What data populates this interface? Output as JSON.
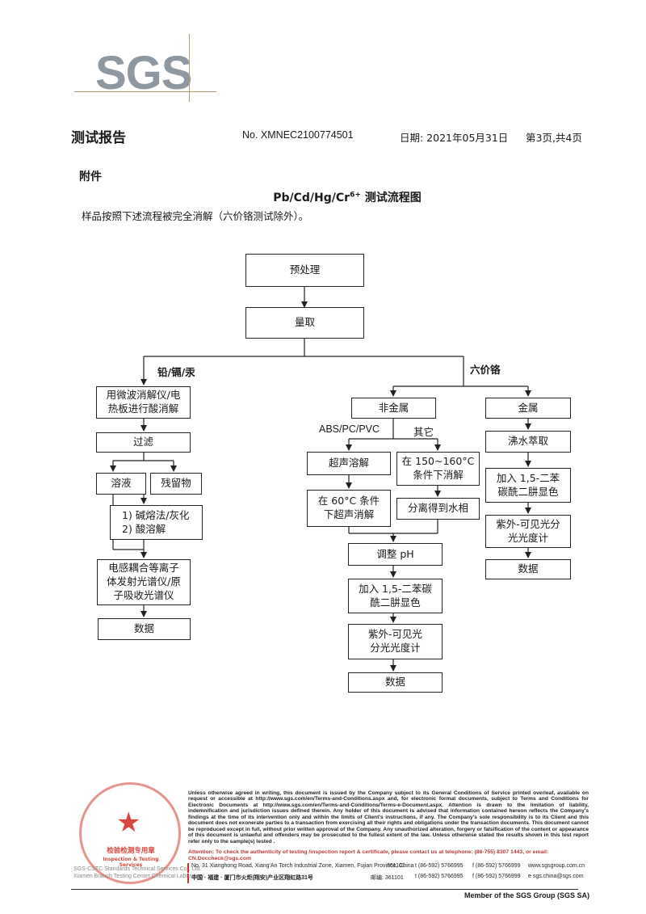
{
  "header": {
    "logo": "SGS",
    "title": "测试报告",
    "report_no": "No. XMNEC2100774501",
    "date": "日期: 2021年05月31日",
    "page": "第3页,共4页"
  },
  "attachment_label": "附件",
  "figure_title": "Pb/Cd/Hg/Cr",
  "figure_title_sup": "6+",
  "figure_title_suffix": " 测试流程图",
  "intro_text": "样品按照下述流程被完全消解（六价铬测试除外）。",
  "flow": {
    "pretreat": "预处理",
    "weigh": "量取",
    "branch_left": "铅/镉/汞",
    "branch_right": "六价铬",
    "left": {
      "digest": "用微波消解仪/电\n热板进行酸消解",
      "filter": "过滤",
      "solution": "溶液",
      "residue": "残留物",
      "residue_methods": "1) 碱熔法/灰化\n2) 酸溶解",
      "instrument": "电感耦合等离子\n体发射光谱仪/原\n子吸收光谱仪",
      "data": "数据"
    },
    "right": {
      "nonmetal": "非金属",
      "abs_label": "ABS/PC/PVC",
      "other_label": "其它",
      "ultrasonic": "超声溶解",
      "digest_150": "在 150~160°C\n条件下消解",
      "ultrasonic_60": "在 60°C 条件\n下超声消解",
      "separate": "分离得到水相",
      "adjust_ph": "调整 pH",
      "color_nonmetal": "加入 1,5-二苯碳\n酰二肼显色",
      "uv_nonmetal": "紫外-可见光\n分光光度计",
      "data_nonmetal": "数据",
      "metal": "金属",
      "boil": "沸水萃取",
      "color_metal": "加入 1,5-二苯\n碳酰二肼显色",
      "uv_metal": "紫外-可见光分\n光光度计",
      "data_metal": "数据"
    }
  },
  "footer": {
    "legal": "Unless otherwise agreed in writing, this document is issued by the Company subject to its General Conditions of Service printed overleaf, available on request or accessible at http://www.sgs.com/en/Terms-and-Conditions.aspx and, for electronic format documents, subject to Terms and Conditions for Electronic Documents at http://www.sgs.com/en/Terms-and-Conditions/Terms-e-Document.aspx. Attention is drawn to the limitation of liability, indemnification and jurisdiction issues defined therein. Any holder of this document is advised that information contained hereon reflects the Company's findings at the time of its intervention only and within the limits of Client's instructions, if any. The Company's sole responsibility is to its Client and this document does not exonerate parties to a transaction from exercising all their rights and obligations under the transaction documents. This document cannot be reproduced except in full, without prior written approval of the Company. Any unauthorized alteration, forgery or falsification of the content or appearance of this document is unlawful and offenders may be prosecuted to the fullest extent of the law. Unless otherwise stated the results shown in this test report refer only to the sample(s) tested .",
    "attention": "Attention: To check the authenticity of testing /inspection report & certificate, please contact us at telephone: (86-755) 8307 1443, or email: CN.Doccheck@sgs.com",
    "address_en": "No. 31 Xianghong Road, Xiang'An Torch Industrial Zone, Xiamen, Fujian Province, China",
    "postcode_en": "361101",
    "tel": "t (86-592) 5766995",
    "fax": "f (86-592) 5766999",
    "web": "www.sgsgroup.com.cn",
    "address_cn": "中国 · 福建 · 厦门市火炬(翔安)产业区翔虹路31号",
    "postcode_cn": "邮编: 361101",
    "email": "e sgs.china@sgs.com",
    "sgs_cstc": "SGS-CSTC Standards Technical Services Co., Ltd.",
    "xiamen_branch": "Xiamen Branch Testing Center Chemical Laboratory",
    "stamp_cn": "检验检测专用章",
    "stamp_en": "Inspection & Testing Services",
    "member": "Member of the SGS Group (SGS SA)"
  }
}
